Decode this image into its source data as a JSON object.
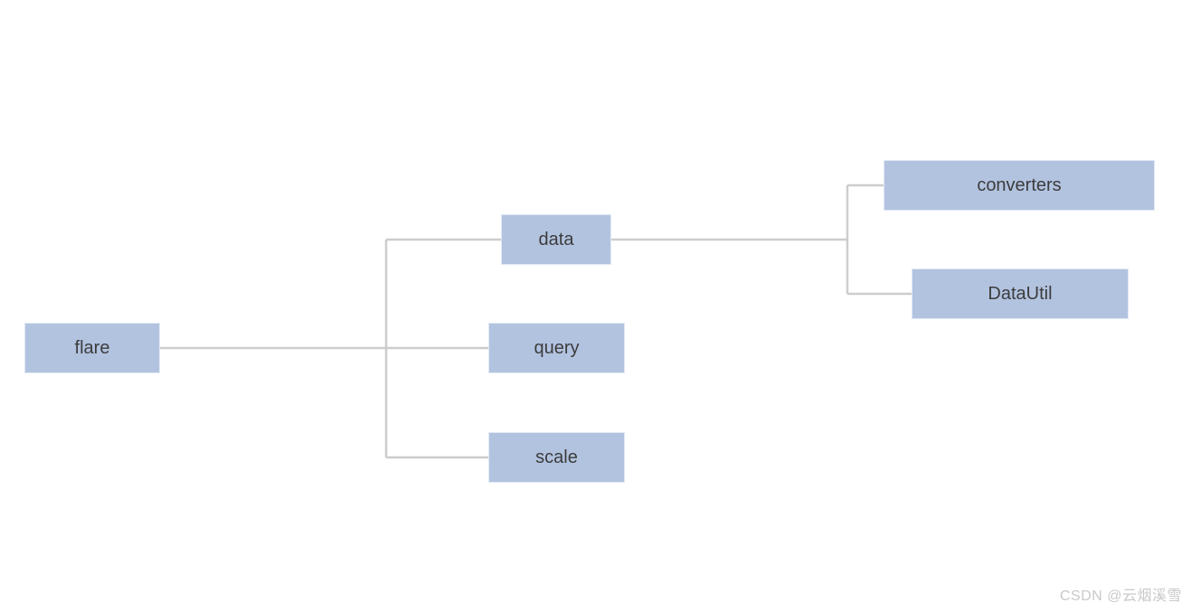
{
  "diagram": {
    "type": "tree",
    "orientation": "left-to-right",
    "colors": {
      "background": "#ffffff",
      "node_fill": "#b2c3e0",
      "node_border": "#e1e8f3",
      "link": "#cdcdcd",
      "text": "#3c3c3c",
      "watermark": "#c9c9c9"
    },
    "tree": {
      "label": "flare",
      "children": [
        {
          "label": "data",
          "children": [
            {
              "label": "converters"
            },
            {
              "label": "DataUtil"
            }
          ]
        },
        {
          "label": "query"
        },
        {
          "label": "scale"
        }
      ]
    }
  },
  "watermark": {
    "text": "CSDN @云烟溪雪"
  }
}
